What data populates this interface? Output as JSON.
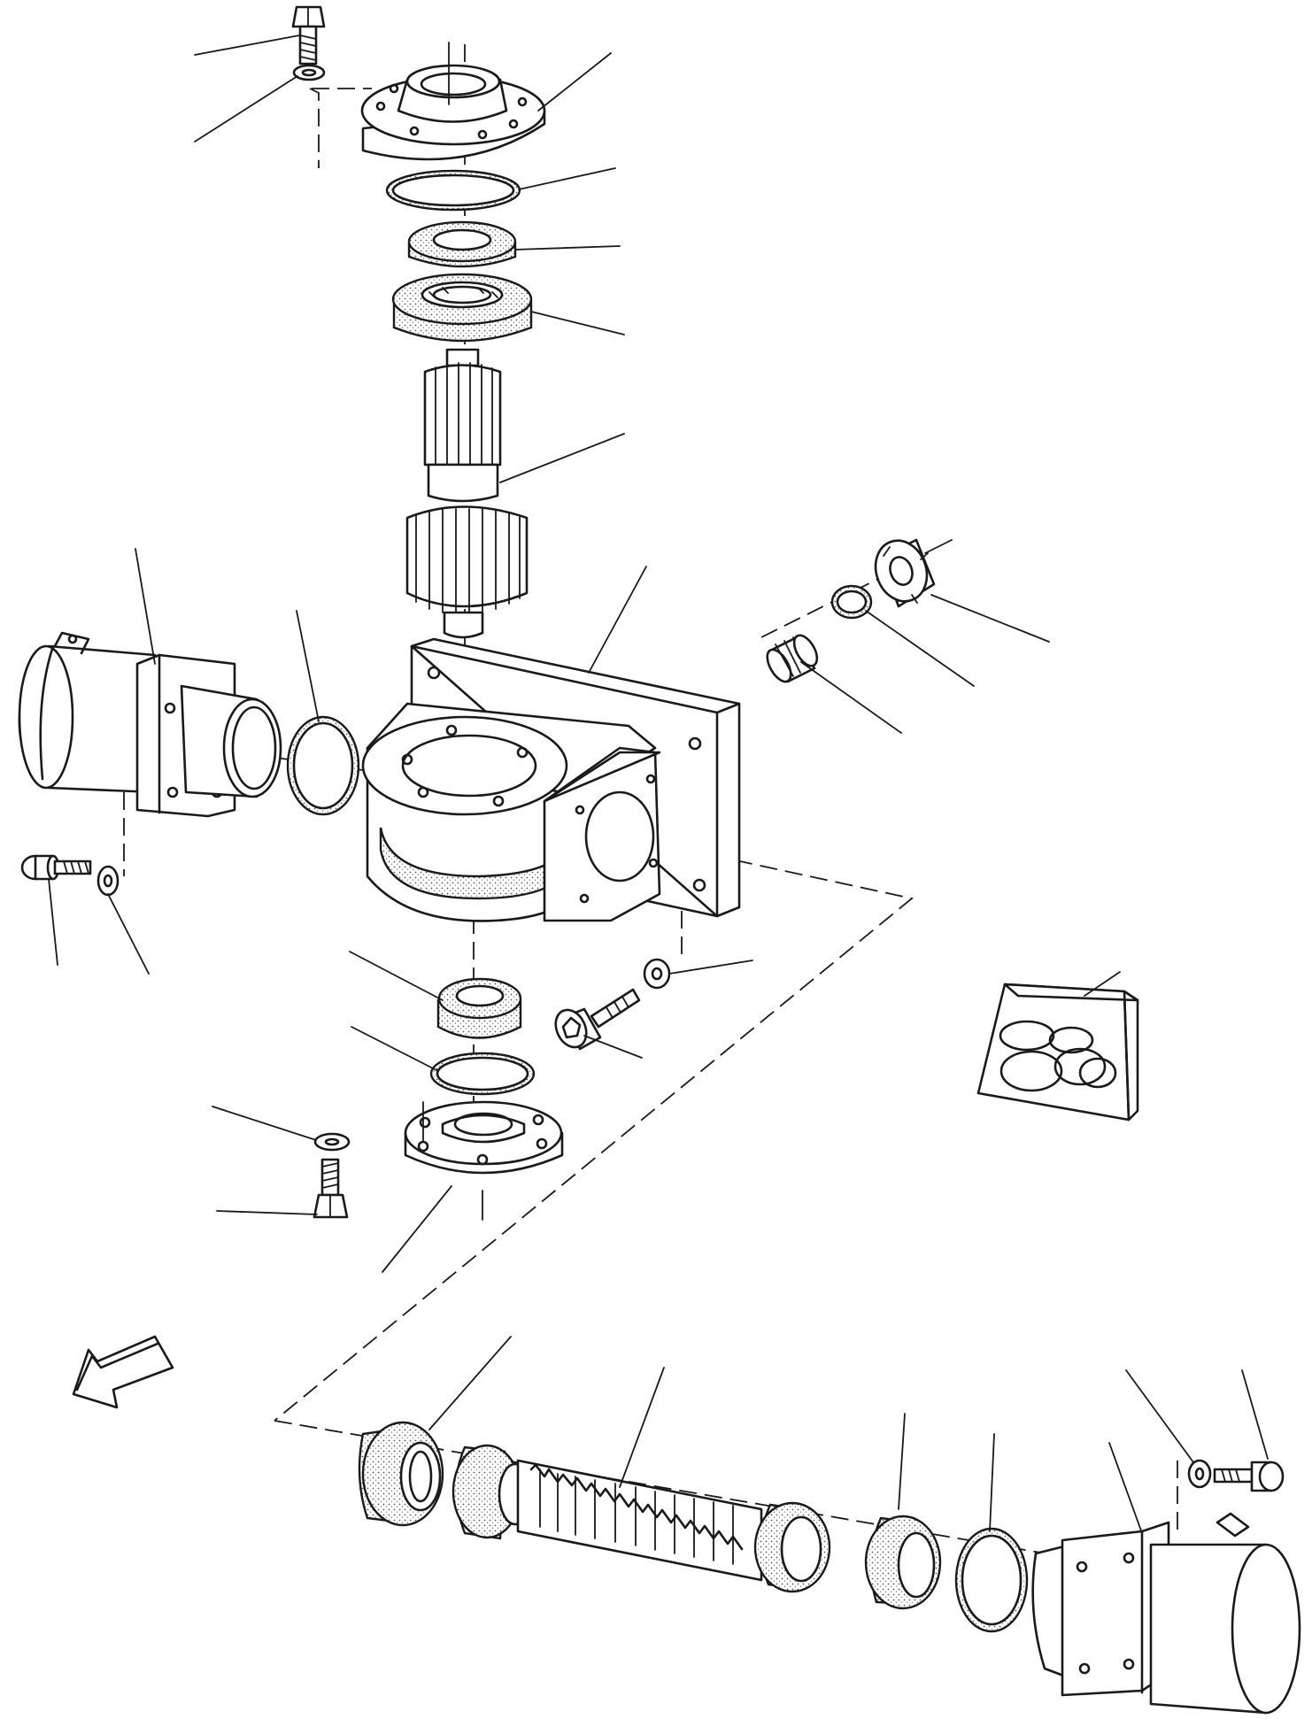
{
  "figure": {
    "kind": "exploded-parts-diagram",
    "labels": [],
    "colors": {
      "ink": "#1a1a1a",
      "paper": "#ffffff"
    }
  },
  "parts": {
    "top": [
      "hex-bolt",
      "washer",
      "bearing-cover-flange",
      "o-ring",
      "oil-seal",
      "ball-bearing",
      "pinion-shaft"
    ],
    "housing": [
      "gear-housing",
      "end-cap-left",
      "o-ring-left",
      "bolt-left",
      "washer-left",
      "adjusting-screw",
      "o-ring-small",
      "castle-nut",
      "socket-screw",
      "washer-right"
    ],
    "bottom": [
      "ball-bearing-lower",
      "o-ring-lower",
      "bearing-cover-lower",
      "washer-lower",
      "hex-bolt-lower"
    ],
    "rack": [
      "piston-seal-left",
      "rack-piston",
      "piston-seal-right",
      "o-ring-right",
      "end-cap-right",
      "washer-rack",
      "socket-screw-rack"
    ],
    "kit": [
      "seal-kit-packet"
    ],
    "markers": [
      "direction-arrow"
    ]
  }
}
